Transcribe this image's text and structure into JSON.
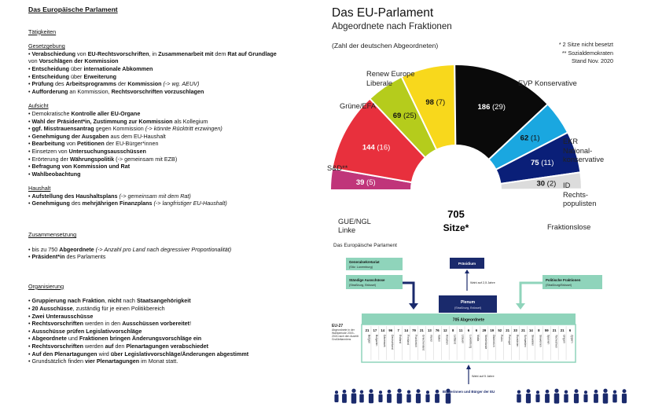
{
  "left": {
    "title": "Das Europäische Parlament",
    "sections": [
      {
        "heading": "Tätigkeiten",
        "subs": [
          {
            "heading": "Gesetzgebung",
            "items": [
              [
                [
                  "• ",
                  ""
                ],
                [
                  "Verabschiedung",
                  "b"
                ],
                [
                  " von ",
                  ""
                ],
                [
                  "EU-Rechtsvorschriften",
                  "b"
                ],
                [
                  ", in ",
                  ""
                ],
                [
                  "Zusammenarbeit mit",
                  "b"
                ],
                [
                  " dem ",
                  ""
                ],
                [
                  "Rat auf Grundlage",
                  "b"
                ]
              ],
              [
                [
                  "von ",
                  ""
                ],
                [
                  "Vorschlägen der Kommission",
                  "b"
                ]
              ],
              [
                [
                  "• ",
                  ""
                ],
                [
                  "Entscheidung",
                  "b"
                ],
                [
                  " über ",
                  ""
                ],
                [
                  "internationale Abkommen",
                  "b"
                ]
              ],
              [
                [
                  "• ",
                  ""
                ],
                [
                  "Entscheidung",
                  "b"
                ],
                [
                  " über ",
                  ""
                ],
                [
                  "Erweiterung",
                  "b"
                ]
              ],
              [
                [
                  "• ",
                  ""
                ],
                [
                  "Prüfung",
                  "b"
                ],
                [
                  " des ",
                  ""
                ],
                [
                  "Arbeitsprogramms",
                  "b"
                ],
                [
                  " der ",
                  ""
                ],
                [
                  "Kommission",
                  "b"
                ],
                [
                  " (-> wg. AEUV)",
                  "i"
                ]
              ],
              [
                [
                  "• ",
                  ""
                ],
                [
                  "Aufforderung",
                  "b"
                ],
                [
                  " an Kommission, ",
                  ""
                ],
                [
                  "Rechtsvorschriften vorzuschlagen",
                  "b"
                ]
              ]
            ]
          },
          {
            "heading": "Aufsicht",
            "items": [
              [
                [
                  "• Demokratische ",
                  ""
                ],
                [
                  "Kontrolle aller EU-Organe",
                  "b"
                ]
              ],
              [
                [
                  "• ",
                  ""
                ],
                [
                  "Wahl der Präsident*in, Zustimmung zur Kommission",
                  "b"
                ],
                [
                  " als Kollegium",
                  ""
                ]
              ],
              [
                [
                  "• ",
                  ""
                ],
                [
                  "ggf. Misstrauensantrag",
                  "b"
                ],
                [
                  " gegen Kommission ",
                  ""
                ],
                [
                  "(-> könnte Rücktritt erzwingen)",
                  "i"
                ]
              ],
              [
                [
                  "• ",
                  ""
                ],
                [
                  "Genehmigung der Ausgaben",
                  "b"
                ],
                [
                  " aus dem EU-Haushalt",
                  ""
                ]
              ],
              [
                [
                  "• ",
                  ""
                ],
                [
                  "Bearbeitung",
                  "b"
                ],
                [
                  " von ",
                  ""
                ],
                [
                  "Petitionen",
                  "b"
                ],
                [
                  " der EU-Bürger*innen",
                  ""
                ]
              ],
              [
                [
                  "• Einsetzen von ",
                  ""
                ],
                [
                  "Untersuchungsausschüssen",
                  "b"
                ]
              ],
              [
                [
                  "• Erörterung der ",
                  ""
                ],
                [
                  "Währungspolitik",
                  "b"
                ],
                [
                  " (-> gemeinsam mit EZB)",
                  ""
                ]
              ],
              [
                [
                  "• ",
                  ""
                ],
                [
                  "Befragung von Kommission und Rat",
                  "b"
                ]
              ],
              [
                [
                  "• ",
                  ""
                ],
                [
                  "Wahlbeobachtung",
                  "b"
                ]
              ]
            ]
          },
          {
            "heading": "Haushalt",
            "items": [
              [
                [
                  "• ",
                  ""
                ],
                [
                  "Aufstellung des Haushaltsplans",
                  "b"
                ],
                [
                  " (-> gemeinsam mit dem Rat)",
                  "i"
                ]
              ],
              [
                [
                  "• ",
                  ""
                ],
                [
                  "Genehmigung",
                  "b"
                ],
                [
                  " des ",
                  ""
                ],
                [
                  "mehrjährigen Finanzplans",
                  "b"
                ],
                [
                  " (-> langfristiger EU-Haushalt)",
                  "i"
                ]
              ]
            ]
          }
        ]
      },
      {
        "heading": "Zusammensetzung",
        "subs": [
          {
            "heading": "",
            "items": [
              [
                [
                  "• bis zu 750 ",
                  ""
                ],
                [
                  "Abgeordnete",
                  "b"
                ],
                [
                  " (-> Anzahl pro Land nach degressiver Proportionalität)",
                  "i"
                ]
              ],
              [
                [
                  "• ",
                  ""
                ],
                [
                  "Präsident*in",
                  "b"
                ],
                [
                  " des Parlaments",
                  ""
                ]
              ]
            ]
          }
        ]
      },
      {
        "heading": "Organisierung",
        "subs": [
          {
            "heading": "",
            "items": [
              [
                [
                  "• ",
                  ""
                ],
                [
                  "Gruppierung nach Fraktion",
                  "b"
                ],
                [
                  ", ",
                  ""
                ],
                [
                  "nicht",
                  "b"
                ],
                [
                  " nach ",
                  ""
                ],
                [
                  "Staatsangehörigkeit",
                  "b"
                ]
              ],
              [
                [
                  "• ",
                  ""
                ],
                [
                  "20 Ausschüsse",
                  "b"
                ],
                [
                  ", zuständig für je einen Politikbereich",
                  ""
                ]
              ],
              [
                [
                  "• ",
                  ""
                ],
                [
                  "Zwei Unterausschüsse",
                  "b"
                ]
              ],
              [
                [
                  "• ",
                  ""
                ],
                [
                  "Rechtsvorschriften",
                  "b"
                ],
                [
                  " werden in den ",
                  ""
                ],
                [
                  "Ausschüssen vorbereitet",
                  "b"
                ],
                [
                  "!",
                  ""
                ]
              ],
              [
                [
                  "• ",
                  ""
                ],
                [
                  "Ausschüsse prüfen Legislativvorschläge",
                  "b"
                ]
              ],
              [
                [
                  "• ",
                  ""
                ],
                [
                  "Abgeordnete",
                  "b"
                ],
                [
                  " und ",
                  ""
                ],
                [
                  "Fraktionen bringen Änderungsvorschläge ein",
                  "b"
                ]
              ],
              [
                [
                  "• ",
                  ""
                ],
                [
                  "Rechtsvorschriften",
                  "b"
                ],
                [
                  " werden ",
                  ""
                ],
                [
                  "auf",
                  "b"
                ],
                [
                  " den ",
                  ""
                ],
                [
                  "Plenartagungen verabschiedet",
                  "b"
                ]
              ],
              [
                [
                  "• ",
                  ""
                ],
                [
                  "Auf den Plenartagungen",
                  "b"
                ],
                [
                  " wird ",
                  ""
                ],
                [
                  "über Legislativvorschläge/Änderungen abgestimmt",
                  "b"
                ]
              ],
              [
                [
                  "• Grundsätzlich finden ",
                  ""
                ],
                [
                  "vier Plenartagungen",
                  "b"
                ],
                [
                  " im Monat statt.",
                  ""
                ]
              ]
            ]
          }
        ]
      }
    ]
  },
  "chart": {
    "title": "Das EU-Parlament",
    "subtitle": "Abgeordnete nach Fraktionen",
    "note": "(Zahl der deutschen Abgeordneten)",
    "footnotes": [
      "* 2 Sitze nicht besetzt",
      "** Sozialdemokraten",
      "Stand Nov. 2020"
    ],
    "total_number": "705",
    "total_label": "Sitze*"
  },
  "chart_data": {
    "type": "pie",
    "title": "Das EU-Parlament",
    "subtitle": "Abgeordnete nach Fraktionen",
    "total": 705,
    "series": [
      {
        "name": "GUE/NGL Linke",
        "value": 39,
        "german": 5,
        "label": "39 (5)",
        "color": "#c0357a",
        "text_color": "#ffffff"
      },
      {
        "name": "S&D**",
        "value": 144,
        "german": 16,
        "label": "144 (16)",
        "color": "#e8303d",
        "text_color": "#ffffff"
      },
      {
        "name": "Grüne/EFA",
        "value": 69,
        "german": 25,
        "label": "69 (25)",
        "color": "#b5cc1c",
        "text_color": "#111111"
      },
      {
        "name": "Renew Europe Liberale",
        "value": 98,
        "german": 7,
        "label": "98 (7)",
        "color": "#f8d81c",
        "text_color": "#111111"
      },
      {
        "name": "EVP Konservative",
        "value": 186,
        "german": 29,
        "label": "186 (29)",
        "color": "#0a0a0a",
        "text_color": "#ffffff"
      },
      {
        "name": "EKR National-konservative",
        "value": 62,
        "german": 1,
        "label": "62 (1)",
        "color": "#1aa7e0",
        "text_color": "#111111"
      },
      {
        "name": "ID Rechts-populisten",
        "value": 75,
        "german": 11,
        "label": "75 (11)",
        "color": "#0a1f78",
        "text_color": "#ffffff"
      },
      {
        "name": "Fraktionslose",
        "value": 30,
        "german": 2,
        "label": "30 (2)",
        "color": "#dcdcdc",
        "text_color": "#111111"
      }
    ]
  },
  "external_labels": {
    "gue": [
      "GUE/NGL",
      "Linke"
    ],
    "sd": [
      "S&D**"
    ],
    "gruene": [
      "Grüne/EFA"
    ],
    "renew": [
      "Renew Europe",
      "Liberale"
    ],
    "evp": [
      "EVP Konservative"
    ],
    "ekr": [
      "EKR",
      "National-",
      "konservative"
    ],
    "id": [
      "ID",
      "Rechts-",
      "populisten"
    ],
    "ni": [
      "Fraktionslose"
    ]
  },
  "diagram": {
    "title": "Das Europäische Parlament",
    "generalsekretariat": "Generalsekretariat",
    "generalsekretariat_sub": "(Sitz: Luxemburg)",
    "ausschuesse": "Ständige Ausschüsse",
    "ausschuesse_sub": "(Straßburg, Brüssel)",
    "praesidium": "Präsidium",
    "wahl_25": "Wahl auf 2,5 Jahre",
    "fraktionen": "Politische Fraktionen",
    "fraktionen_sub": "(Straßburg/Brüssel)",
    "plenum": "Plenum",
    "plenum_sub": "(Straßburg, Brüssel)",
    "abgeordnete_bar": "705 Abgeordnete",
    "eu27": "EU-27",
    "eu27_note": "Abgeordnete in der Wahlperiode 2019–2024 nach den Austritt Großbritanniens",
    "countries": [
      {
        "name": "Belgien",
        "seats": "21"
      },
      {
        "name": "Bulgarien",
        "seats": "17"
      },
      {
        "name": "Dänemark",
        "seats": "14"
      },
      {
        "name": "Deutschland",
        "seats": "96"
      },
      {
        "name": "Estland",
        "seats": "7"
      },
      {
        "name": "Finnland",
        "seats": "14"
      },
      {
        "name": "Frankreich",
        "seats": "79"
      },
      {
        "name": "Griechenland",
        "seats": "21"
      },
      {
        "name": "Irland",
        "seats": "13"
      },
      {
        "name": "Italien",
        "seats": "76"
      },
      {
        "name": "Kroatien",
        "seats": "12"
      },
      {
        "name": "Lettland",
        "seats": "8"
      },
      {
        "name": "Litauen",
        "seats": "11"
      },
      {
        "name": "Luxemburg",
        "seats": "6"
      },
      {
        "name": "Malta",
        "seats": "6"
      },
      {
        "name": "Niederlande",
        "seats": "29"
      },
      {
        "name": "Österreich",
        "seats": "19"
      },
      {
        "name": "Polen",
        "seats": "52"
      },
      {
        "name": "Portugal",
        "seats": "21"
      },
      {
        "name": "Rumänien",
        "seats": "33"
      },
      {
        "name": "Schweden",
        "seats": "21"
      },
      {
        "name": "Slowakei",
        "seats": "14"
      },
      {
        "name": "Slowenien",
        "seats": "8"
      },
      {
        "name": "Spanien",
        "seats": "59"
      },
      {
        "name": "Tschechien",
        "seats": "21"
      },
      {
        "name": "Ungarn",
        "seats": "21"
      },
      {
        "name": "Zypern",
        "seats": "6"
      }
    ],
    "wahl_5": "Wahl auf 5 Jahre",
    "buerger": "Bürgerinnen und Bürger der EU"
  },
  "colors": {
    "teal": "#8fd4bb",
    "navy": "#1a2a6c",
    "text": "#111111"
  }
}
